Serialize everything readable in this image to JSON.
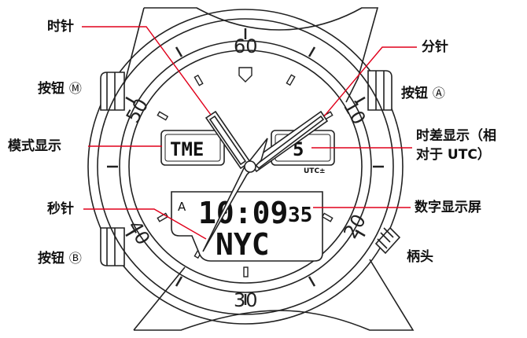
{
  "labels": {
    "hour_hand": "时针",
    "minute_hand": "分针",
    "button_m": "按钮",
    "button_m_symbol": "Ⓜ",
    "button_a": "按钮",
    "button_a_symbol": "Ⓐ",
    "mode_display": "模式显示",
    "time_diff_line1": "时差显示（相",
    "time_diff_line2": "对于 UTC）",
    "second_hand": "秒针",
    "digital_display": "数字显示屏",
    "button_b": "按钮",
    "button_b_symbol": "Ⓑ",
    "crown": "柄头"
  },
  "dial": {
    "bezel_60": "60",
    "bezel_10": "10",
    "bezel_20": "20",
    "bezel_30": "30",
    "bezel_40": "40",
    "bezel_50": "50"
  },
  "lcd": {
    "mode": "TME",
    "offset": "5",
    "offset_caption": "UTC±",
    "indicator": "A",
    "time_main": "10:09",
    "time_seconds": "35",
    "city": "NYC"
  },
  "colors": {
    "outline": "#222222",
    "leader": "#e0001b",
    "background": "#ffffff"
  }
}
